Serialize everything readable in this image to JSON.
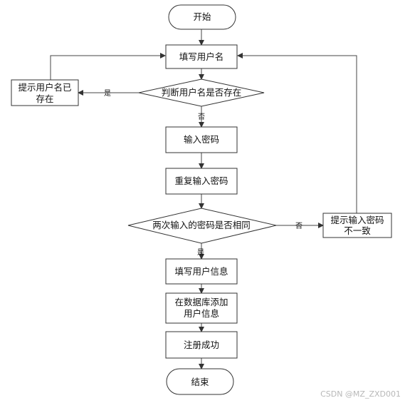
{
  "nodes": {
    "start": [
      "开始"
    ],
    "fill_username": [
      "填写用户名"
    ],
    "check_username": [
      "判断用户名是否存在"
    ],
    "prompt_exists": [
      "提示用户名已",
      "存在"
    ],
    "enter_password": [
      "输入密码"
    ],
    "repeat_password": [
      "重复输入密码"
    ],
    "check_match": [
      "两次输入的密码是否相同"
    ],
    "prompt_mismatch": [
      "提示输入密码",
      "不一致"
    ],
    "fill_info": [
      "填写用户信息"
    ],
    "add_db": [
      "在数据库添加",
      "用户信息"
    ],
    "register_ok": [
      "注册成功"
    ],
    "end": [
      "结束"
    ]
  },
  "edge_labels": {
    "username_yes": "是",
    "username_no": "否",
    "match_no": "否",
    "match_yes": "是"
  },
  "watermark": "CSDN @MZ_ZXD001"
}
